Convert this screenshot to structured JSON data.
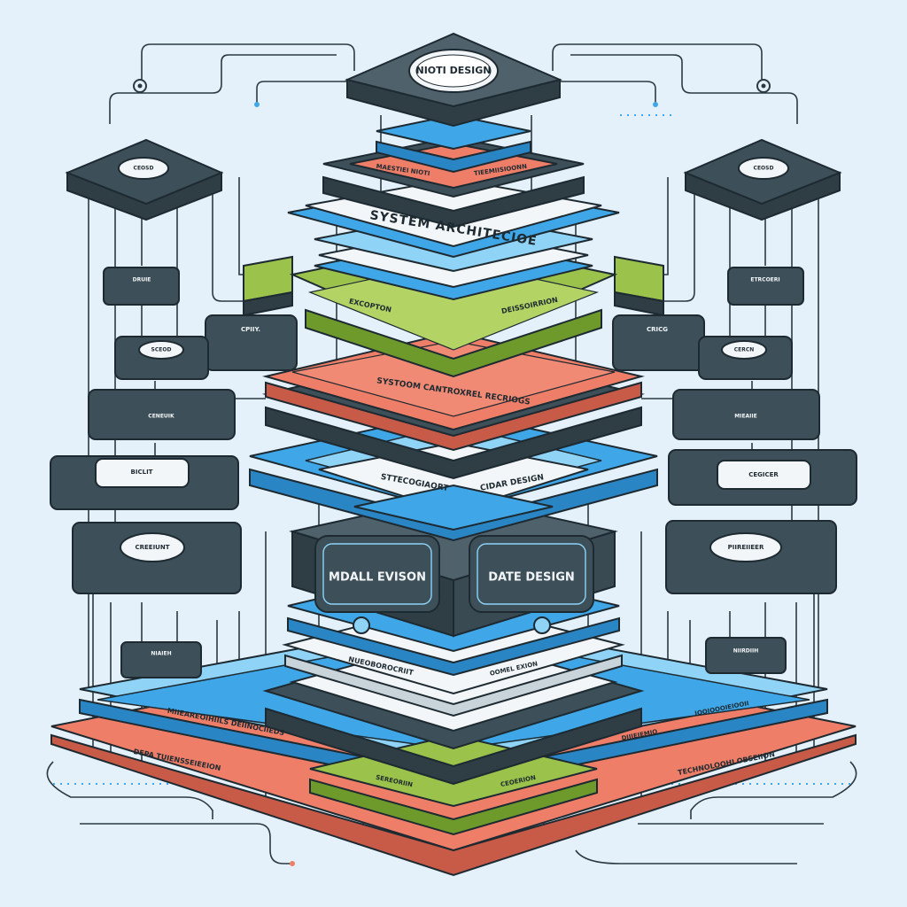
{
  "diagram": {
    "title": "SYSTEM ARCHITECIOE",
    "colors": {
      "background": "#e4f1fa",
      "dark_slab": "#3d4f58",
      "dark_slab_top": "#4f626c",
      "outline": "#1e2a31",
      "blue": "#3fa7e8",
      "light_blue": "#8fd3f7",
      "green": "#9bc24a",
      "coral": "#ef7e68",
      "paper": "#f3f6f8",
      "line": "#2b3a42"
    },
    "stack": {
      "top_badge": "NIOTI DESIGN",
      "tier2_left": "MAESTIEI NIOTI",
      "tier2_right": "TIEEMIISIOONN",
      "title_panel": "SYSTEM ARCHITECIOE",
      "green_left": "EXCOPTON",
      "green_right": "DEISSOIRRION",
      "coral_label": "SYSTOOM CANTROXREL RECRIOGS",
      "blue_left": "STTECOGIAORT",
      "blue_right": "CIDAR DESIGN",
      "core_left": "MDALL EVISON",
      "core_right": "DATE DESIGN",
      "lower_left": "NUEOBOROCRIIT",
      "lower_right": "OOMEL EXION"
    },
    "base": {
      "blue_left": "MIIEAREOIHIILS DEIINOCIIEDS",
      "blue_right": "DIIIEIEMIO",
      "blue_far_right": "IOOIOOOIEIOOII",
      "coral_left": "DEPA TUIENSSEIEEION",
      "coral_right": "TECHNOLOOHI OBSEIION",
      "green_left": "SEREORIIN",
      "green_right": "CEOERION"
    },
    "left_nodes": {
      "top_badge": "CEOSD",
      "a": "DRUIE",
      "b": "CPIIY.",
      "c": "SCEOD",
      "d": "CENEUIK",
      "e": "BICLIT",
      "f": "CREEIUNT",
      "g": "NIAIEH"
    },
    "right_nodes": {
      "top_badge": "CEOSD",
      "a": "ETRCOERI",
      "b": "CRICG",
      "c": "CERCN",
      "d": "MIEAIIE",
      "e": "CEGICER",
      "f": "PIIREIIEER",
      "g": "NIIRDIIH"
    }
  }
}
